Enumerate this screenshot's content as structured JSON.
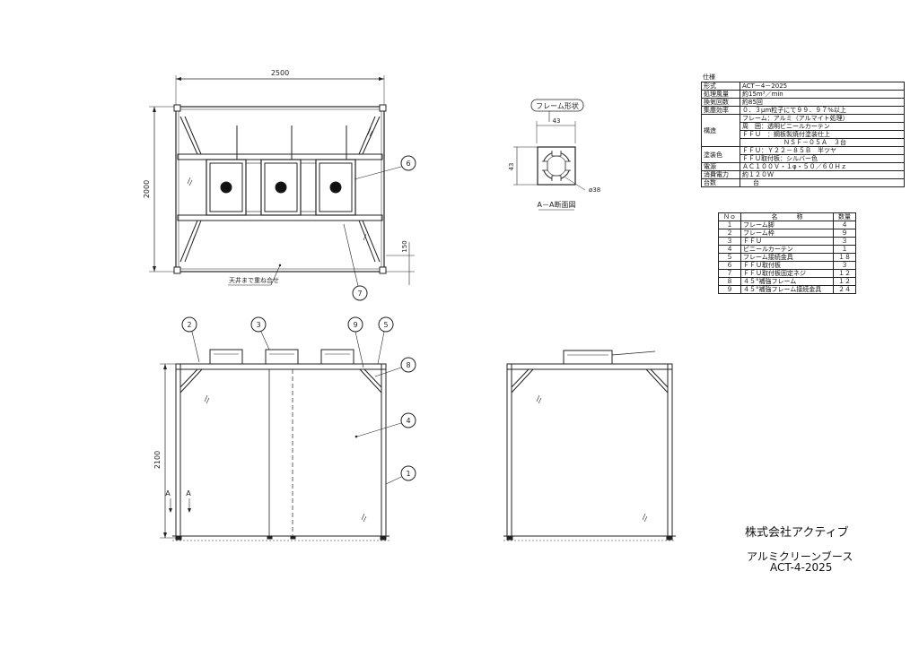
{
  "top_view": {
    "width_dim": "2500",
    "depth_dim": "2000",
    "offset_dim": "150",
    "ceiling_note": "天井まで重ね合せ"
  },
  "front_view": {
    "height_dim": "2100",
    "section_mark": "A"
  },
  "frame_detail": {
    "label": "フレーム形状",
    "dim_width": "43",
    "dim_height": "43",
    "dim_dia": "ø38",
    "caption": "A－A断面図"
  },
  "balloons": {
    "b1": "1",
    "b2": "2",
    "b3": "3",
    "b4": "4",
    "b5": "5",
    "b6": "6",
    "b7": "7",
    "b8": "8",
    "b9": "9"
  },
  "spec": {
    "title": "仕様",
    "model_k": "形式",
    "model_v": "ACT－4－2025",
    "airflow_k": "処理風量",
    "airflow_v": "約15m³／min",
    "exchange_k": "換気回数",
    "exchange_v": "約85回",
    "efficiency_k": "集塵効率",
    "efficiency_v": "０．３μm粒子にて９９．９７%以上",
    "structure_k": "構造",
    "structure_v1": "フレーム：アルミ（アルマイト処理）",
    "structure_v2": "周　囲：透明ビニールカーテン",
    "structure_v3": "ＦＦＵ　：鋼板製焼付塗装仕上",
    "structure_v4": "ＮＳＦ－０５Ａ　３台",
    "paint_k": "塗装色",
    "paint_v1": "ＦＦＵ：Ｙ２２－８５Ｂ　半ツヤ",
    "paint_v2": "ＦＦＵ取付板：シルバー色",
    "power_k": "電源",
    "power_v": "ＡＣ１００Ｖ・１φ・５０／６０Ｈｚ",
    "consumption_k": "消費電力",
    "consumption_v": "約１２０Ｗ",
    "units_k": "台数",
    "units_v": "台"
  },
  "parts": {
    "header_no": "Ｎｏ",
    "header_name": "名　　　称",
    "header_qty": "数量",
    "rows": [
      {
        "no": "１",
        "name": "フレーム脚",
        "qty": "４"
      },
      {
        "no": "２",
        "name": "フレーム枠",
        "qty": "９"
      },
      {
        "no": "３",
        "name": "ＦＦＵ",
        "qty": "３"
      },
      {
        "no": "４",
        "name": "ビニールカーテン",
        "qty": "１"
      },
      {
        "no": "５",
        "name": "フレーム接続金具",
        "qty": "１８"
      },
      {
        "no": "６",
        "name": "ＦＦＵ取付板",
        "qty": "３"
      },
      {
        "no": "７",
        "name": "ＦＦＵ取付板固定ネジ",
        "qty": "１２"
      },
      {
        "no": "８",
        "name": "４５°補強フレーム",
        "qty": "１２"
      },
      {
        "no": "９",
        "name": "４５°補強フレーム接続金具",
        "qty": "２４"
      }
    ]
  },
  "title_block": {
    "company": "株式会社アクティブ",
    "product": "アルミクリーンブース",
    "model": "ACT-4-2025"
  }
}
